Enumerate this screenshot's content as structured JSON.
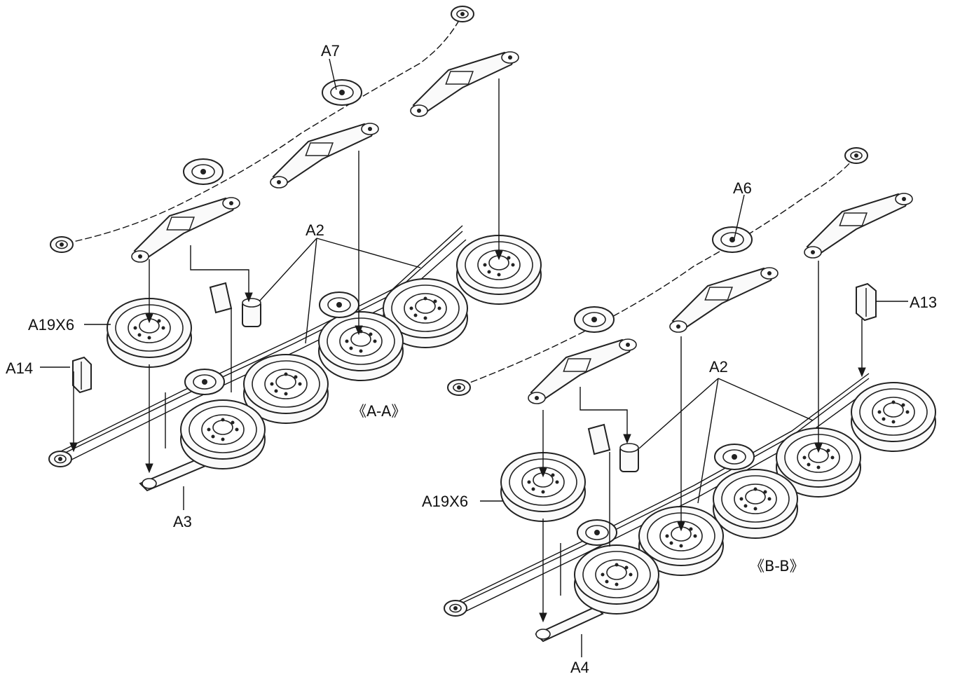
{
  "labels": {
    "a7": "A7",
    "a2_left": "A2",
    "a19x6_left": "A19X6",
    "a14": "A14",
    "a3": "A3",
    "section_a": "《A-A》",
    "a6": "A6",
    "a13": "A13",
    "a2_right": "A2",
    "a19x6_right": "A19X6",
    "section_b": "《B-B》",
    "a4": "A4"
  },
  "colors": {
    "ink": "#111111",
    "paper": "#ffffff",
    "track": "#1a1a1a"
  }
}
